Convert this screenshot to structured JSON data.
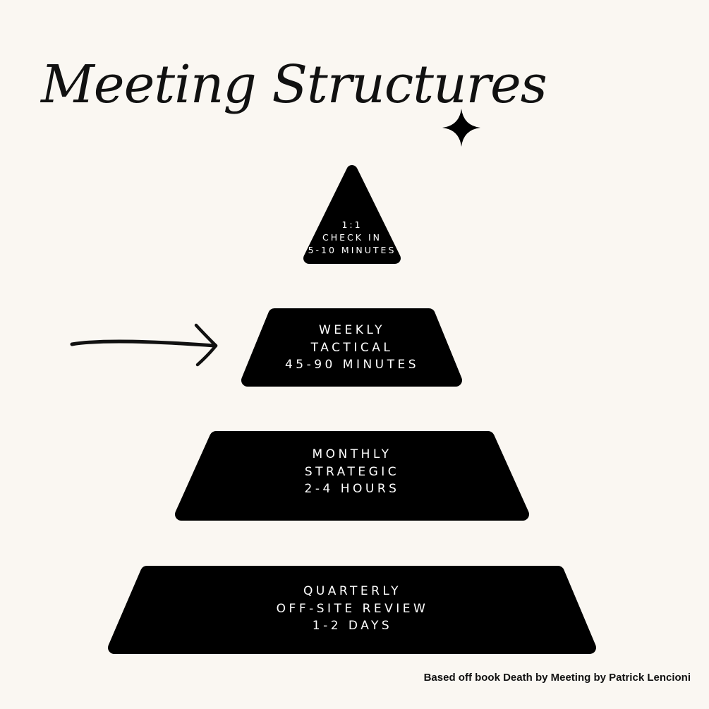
{
  "title": "Meeting Structures",
  "colors": {
    "background": "#faf7f2",
    "shape": "#000000",
    "tier_text": "#ffffff"
  },
  "decorations": {
    "star": "four-point-sparkle-icon",
    "pointer": "hand-drawn-arrow-icon"
  },
  "tiers": [
    {
      "lines": [
        "1:1",
        "CHECK IN",
        "5-10 MINUTES"
      ]
    },
    {
      "lines": [
        "WEEKLY",
        "TACTICAL",
        "45-90 MINUTES"
      ]
    },
    {
      "lines": [
        "MONTHLY",
        "STRATEGIC",
        "2-4 HOURS"
      ]
    },
    {
      "lines": [
        "QUARTERLY",
        "OFF-SITE REVIEW",
        "1-2 DAYS"
      ]
    }
  ],
  "credit": "Based off book Death by Meeting by Patrick Lencioni"
}
